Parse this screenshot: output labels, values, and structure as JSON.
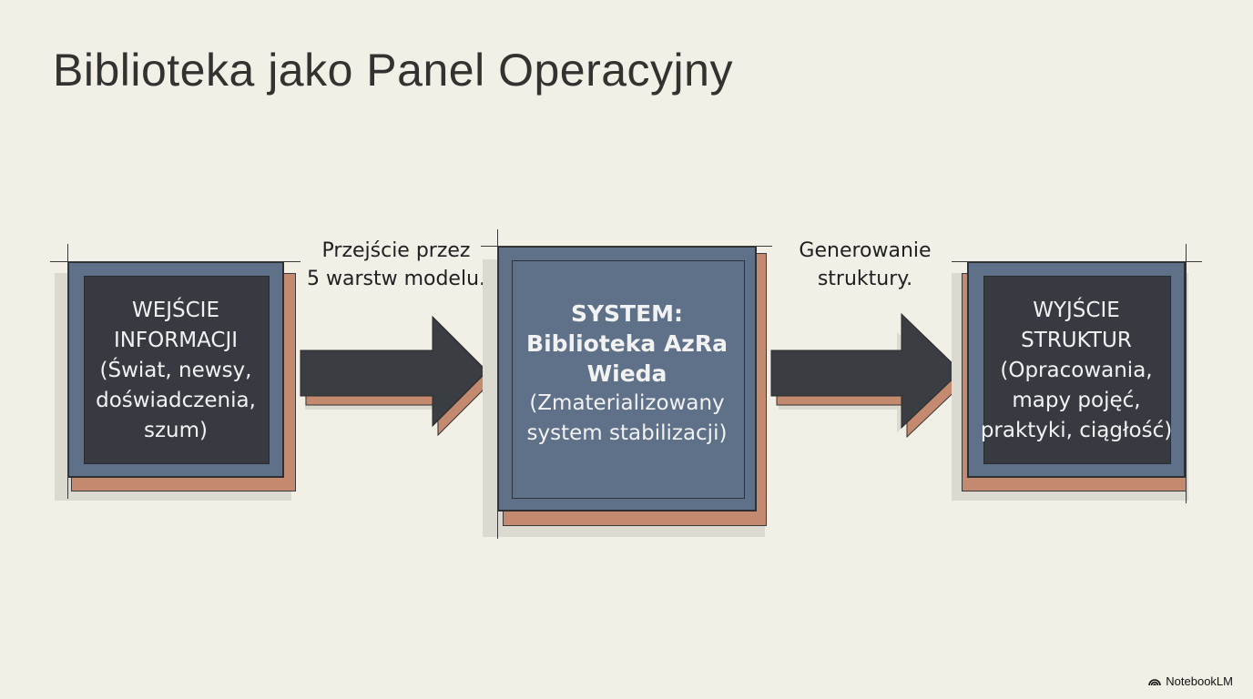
{
  "title": "Biblioteka jako Panel Operacyjny",
  "input_box": {
    "line1": "WEJŚCIE",
    "line2": "INFORMACJI",
    "line3": "(Świat, newsy,",
    "line4": "doświadczenia,",
    "line5": "szum)"
  },
  "arrow1_label": {
    "line1": "Przejście przez",
    "line2": "5 warstw modelu."
  },
  "system_box": {
    "line1": "SYSTEM:",
    "line2": "Biblioteka AzRa",
    "line3": "Wieda",
    "line4": "(Zmaterializowany",
    "line5": "system stabilizacji)"
  },
  "arrow2_label": {
    "line1": "Generowanie",
    "line2": "struktury."
  },
  "output_box": {
    "line1": "WYJŚCIE",
    "line2": "STRUKTUR",
    "line3": "(Opracowania,",
    "line4": "mapy pojęć,",
    "line5": "praktyki, ciągłość)"
  },
  "watermark": "NotebookLM",
  "colors": {
    "background": "#f2efe6",
    "box_blue": "#5e7189",
    "box_dark": "#373a40",
    "copper": "#c48a6f",
    "arrow": "#3a3d42"
  }
}
